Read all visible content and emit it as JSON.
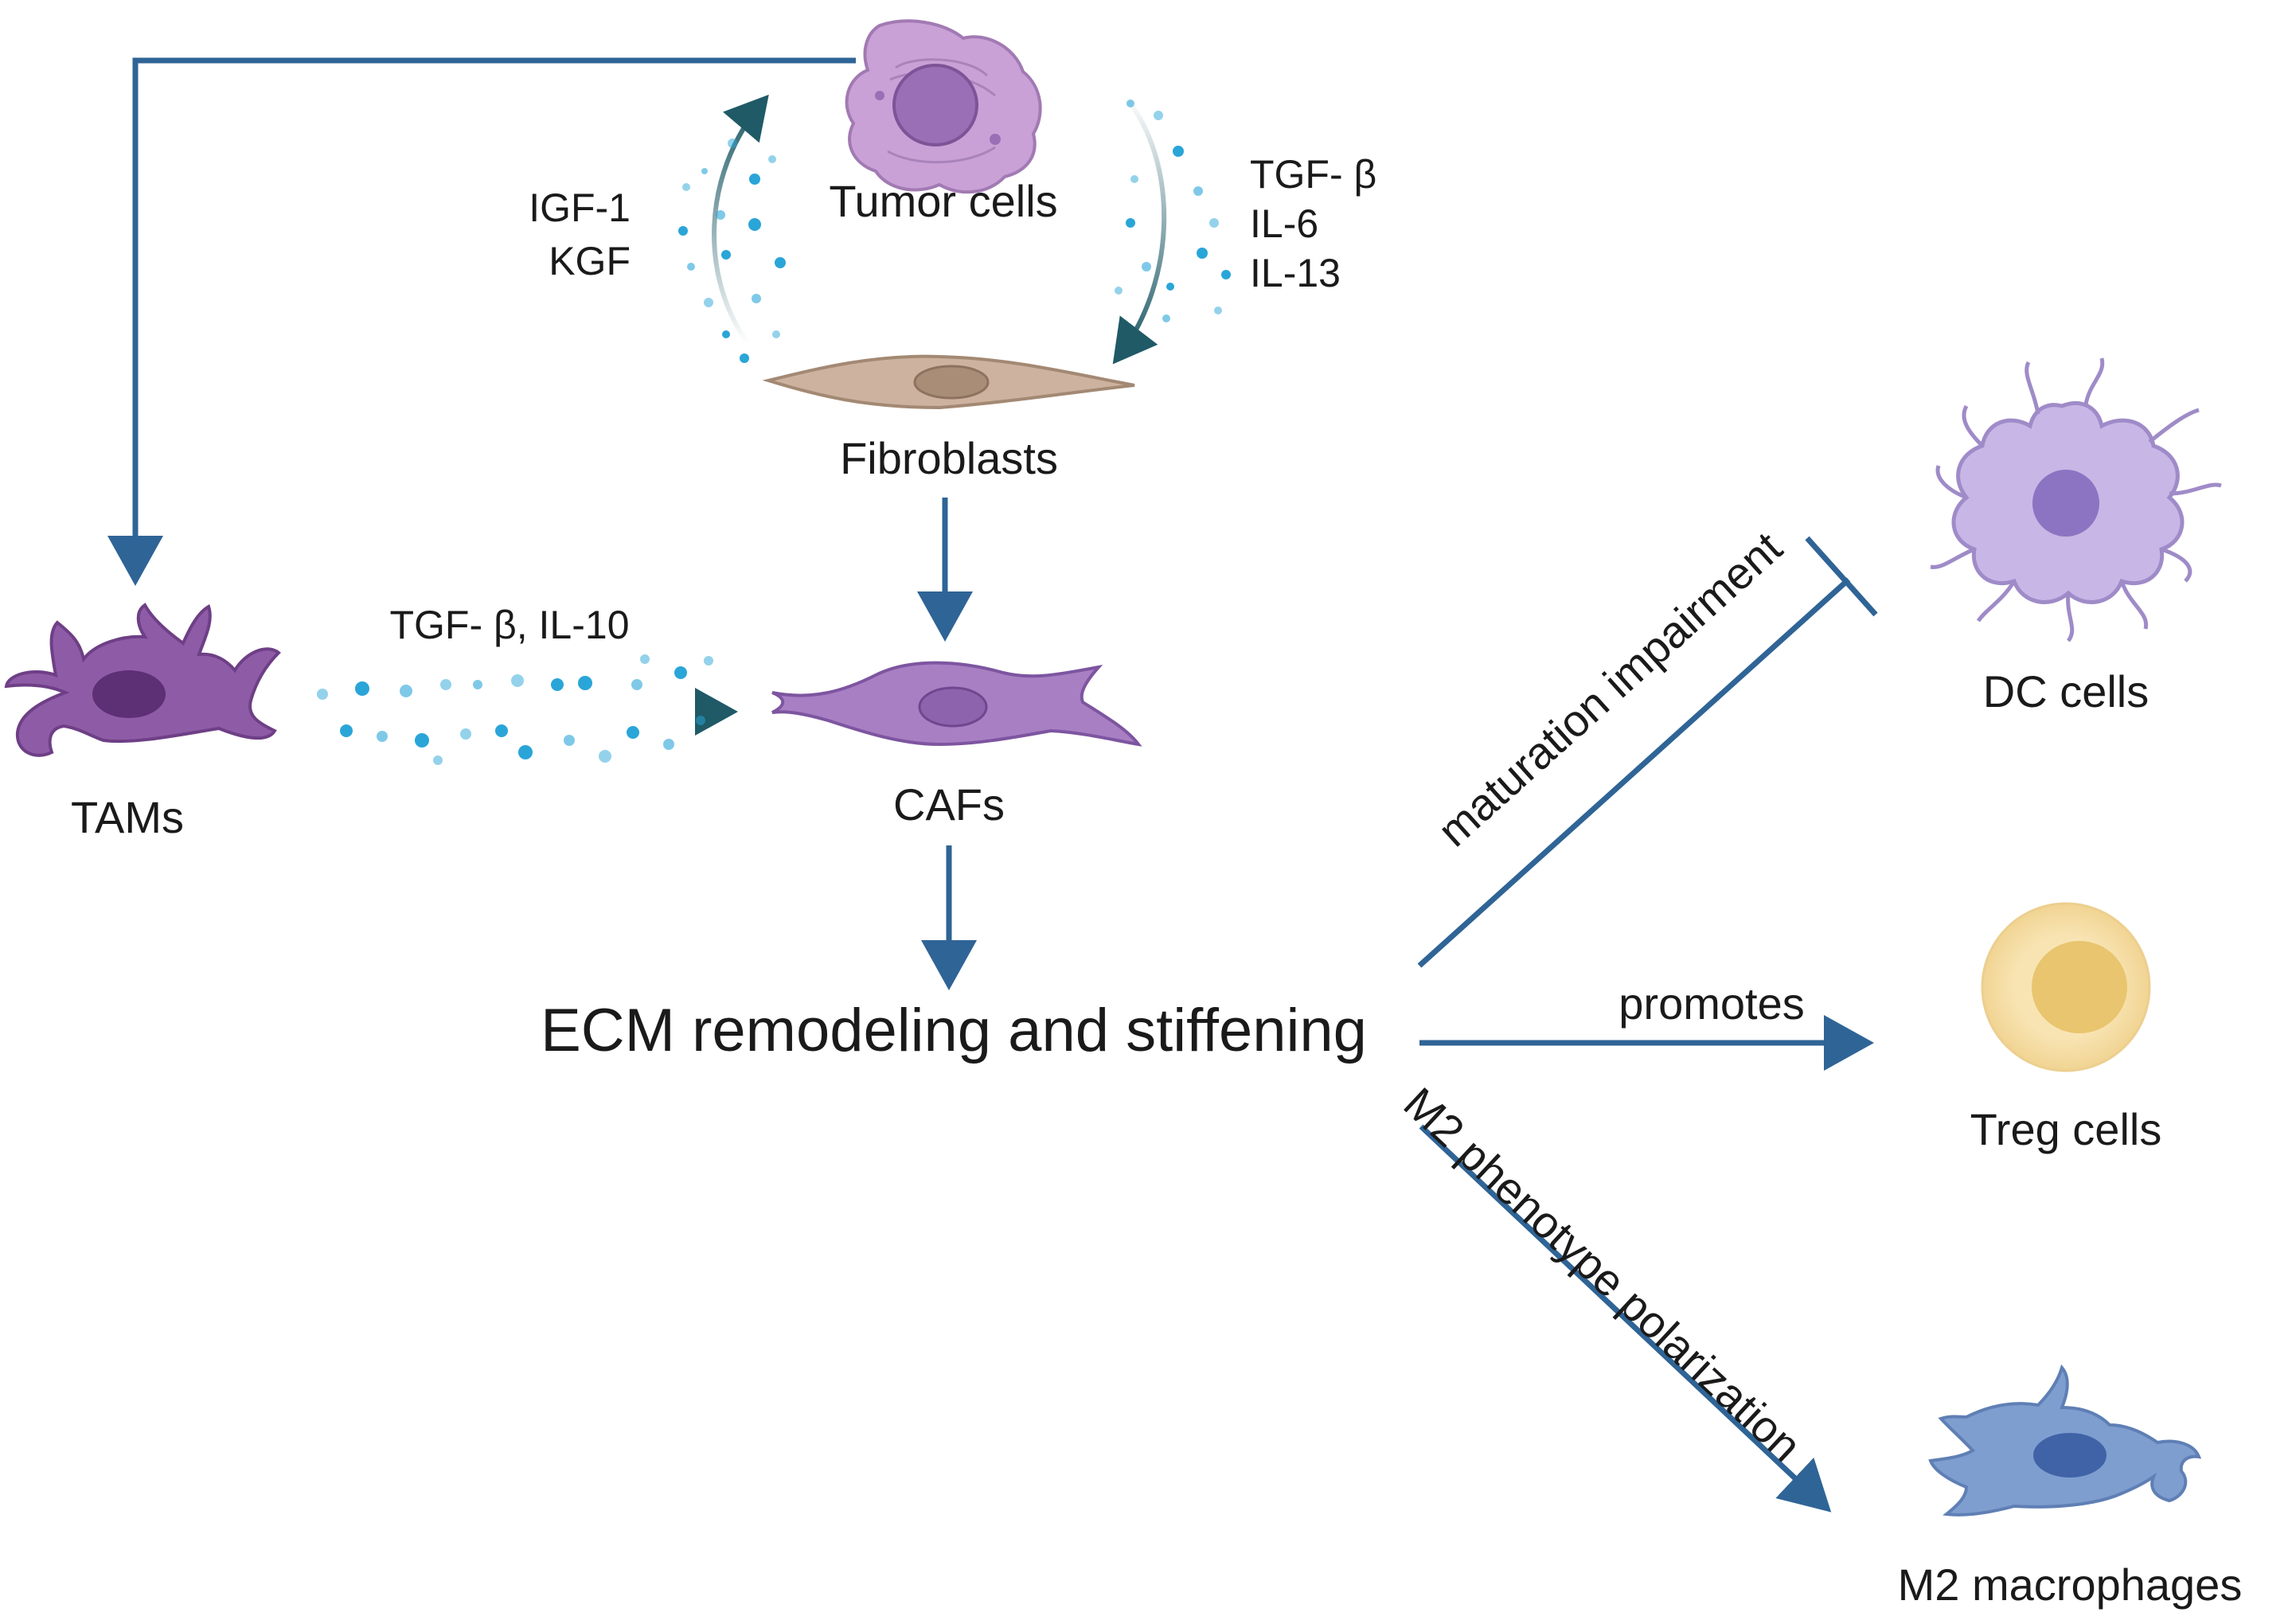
{
  "nodes": {
    "tumor": "Tumor cells",
    "fibroblasts": "Fibroblasts",
    "tams": "TAMs",
    "cafs": "CAFs",
    "ecm": "ECM remodeling and stiffening",
    "dc": "DC cells",
    "treg": "Treg cells",
    "m2": "M2 macrophages"
  },
  "factors": {
    "fib_to_tumor": [
      "IGF-1",
      "KGF"
    ],
    "tumor_to_fib": [
      "TGF- β",
      "IL-6",
      "IL-13"
    ],
    "tam_to_caf": "TGF- β, IL-10"
  },
  "edges": {
    "ecm_dc": "maturation impairment",
    "ecm_treg": "promotes",
    "ecm_m2": "M2 phenotype  polarization"
  },
  "colors": {
    "arrow": "#2f6496",
    "secretion_arrow": "#1f5a66",
    "tumor_cell": "#c9a1d6",
    "fibroblast": "#cdb39f",
    "tam": "#8e5ca6",
    "caf": "#a97fc4",
    "dc": "#c8b6e6",
    "treg": "#f7e2b0",
    "m2": "#7f9ed0",
    "dots": "#2aa5d8"
  }
}
